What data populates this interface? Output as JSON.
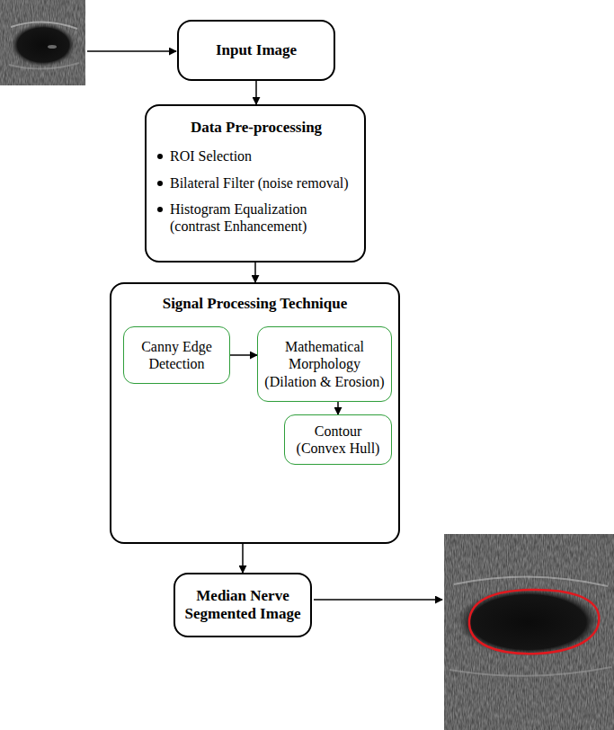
{
  "diagram": {
    "nodes": [
      {
        "text": [
          "Input Image"
        ]
      },
      {
        "text": [
          "Data Pre-processing",
          "ROI Selection",
          "Bilateral Filter (noise removal)",
          "Histogram Equalization (contrast Enhancement)"
        ]
      },
      {
        "text": [
          "Signal Processing Technique"
        ]
      },
      {
        "text": [
          "Canny Edge Detection"
        ],
        "in": 2
      },
      {
        "text": [
          "Mathematical Morphology (Dilation & Erosion)"
        ],
        "in": 2
      },
      {
        "text": [
          "Contour (Convex Hull)"
        ],
        "in": 2
      },
      {
        "text": [
          "Median Nerve Segmented Image"
        ]
      }
    ],
    "edges": [
      {
        "from": 0,
        "to": 1,
        "arrow": "to"
      },
      {
        "from": 1,
        "to": 2,
        "arrow": "to"
      },
      {
        "from": 3,
        "to": 4,
        "arrow": "to"
      },
      {
        "from": 4,
        "to": 5,
        "arrow": "to"
      },
      {
        "from": 2,
        "to": 6,
        "arrow": "to"
      }
    ]
  }
}
